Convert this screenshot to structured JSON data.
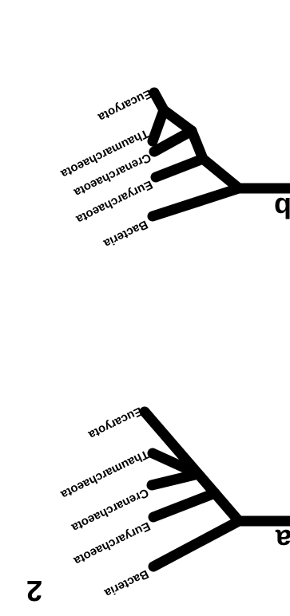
{
  "panels": [
    {
      "id": "a",
      "letter": "a",
      "number": "2",
      "taxa": {
        "bacteria": "Bacteria",
        "euryarchaeota": "Euryarchaeota",
        "crenarchaeota": "Crenarchaeota",
        "thaumarchaeota": "Thaumarchaeota",
        "eucaryota": "Eucaryota"
      }
    },
    {
      "id": "b",
      "letter": "b",
      "taxa": {
        "bacteria": "Bacteria",
        "euryarchaeota": "Euryarchaeota",
        "crenarchaeota": "Crenarchaeota",
        "thaumarchaeota": "Thaumarchaeota",
        "eucaryota": "Eucaryota"
      }
    }
  ],
  "colors": {
    "ink": "#000000",
    "background": "#ffffff"
  }
}
